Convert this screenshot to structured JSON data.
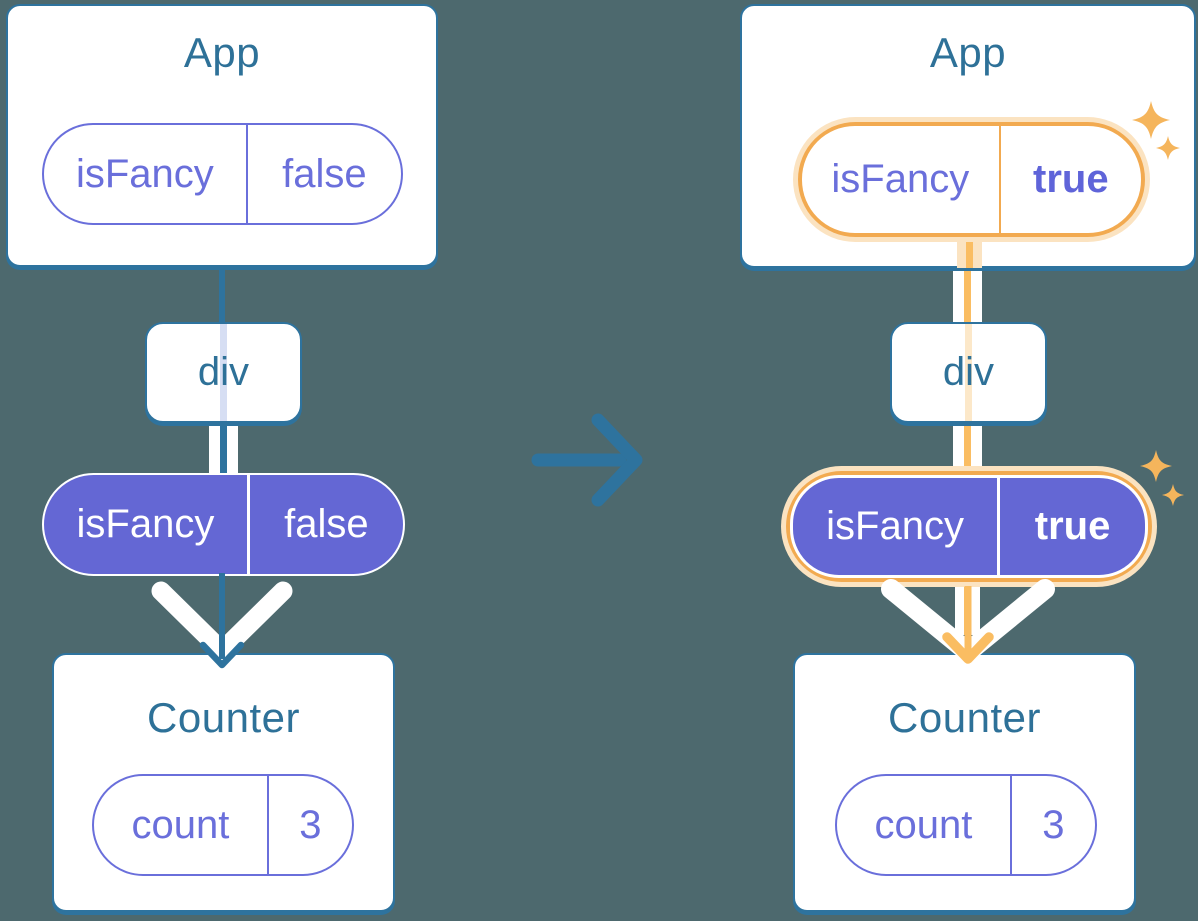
{
  "before": {
    "app_card": {
      "title": "App",
      "prop_pill": {
        "key": "isFancy",
        "value": "false"
      }
    },
    "div_box": {
      "label": "div"
    },
    "flow_pill": {
      "key": "isFancy",
      "value": "false"
    },
    "counter_card": {
      "title": "Counter",
      "state_pill": {
        "key": "count",
        "value": "3"
      }
    }
  },
  "after": {
    "app_card": {
      "title": "App",
      "prop_pill": {
        "key": "isFancy",
        "value": "true"
      }
    },
    "div_box": {
      "label": "div"
    },
    "flow_pill": {
      "key": "isFancy",
      "value": "true"
    },
    "counter_card": {
      "title": "Counter",
      "state_pill": {
        "key": "count",
        "value": "3"
      }
    }
  },
  "icons": {
    "transition": "right-arrow",
    "flow_arrowhead": "down-chevron",
    "highlight": "sparkle-four-point-star"
  },
  "colors": {
    "background": "#4D696E",
    "card_border_blue": "#2E739E",
    "heading_teal": "#2E7198",
    "purple_outline_text": "#6A6FDB",
    "purple_fill": "#6467D4",
    "orange_ring": "#F2AA50",
    "orange_line": "#FABD62",
    "orange_glow": "#FBE3C1",
    "sparkle": "#F5B55C",
    "white": "#FFFFFF"
  }
}
